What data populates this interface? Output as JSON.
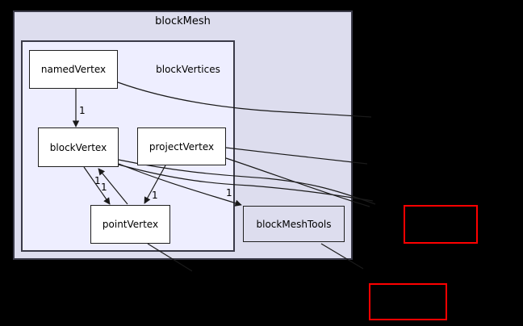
{
  "graph": {
    "background": "#000000",
    "edge_color": "#1a1a1a",
    "clusters": {
      "outer": {
        "label": "blockMesh",
        "fill": "#ddddee",
        "border": "#3a3a48"
      },
      "inner": {
        "label": "blockVertices",
        "fill": "#eeeeff",
        "border": "#3a3a48"
      }
    },
    "nodes": [
      {
        "id": "namedVertex",
        "label": "namedVertex",
        "fill": "#ffffff"
      },
      {
        "id": "blockVertex",
        "label": "blockVertex",
        "fill": "#ffffff"
      },
      {
        "id": "projectVertex",
        "label": "projectVertex",
        "fill": "#ffffff"
      },
      {
        "id": "pointVertex",
        "label": "pointVertex",
        "fill": "#ffffff"
      },
      {
        "id": "blockMeshTools",
        "label": "blockMeshTools",
        "fill": "#ddddee"
      },
      {
        "id": "external-1",
        "label": "",
        "fill": "none",
        "border": "#ff0000"
      },
      {
        "id": "external-2",
        "label": "",
        "fill": "none",
        "border": "#ff0000"
      }
    ],
    "edges": [
      {
        "from": "namedVertex",
        "to": "blockVertex",
        "label": "1"
      },
      {
        "from": "blockVertex",
        "to": "pointVertex",
        "label": "1"
      },
      {
        "from": "pointVertex",
        "to": "blockVertex",
        "label": "1"
      },
      {
        "from": "projectVertex",
        "to": "pointVertex",
        "label": "1"
      },
      {
        "from": "blockVertex",
        "to": "blockMeshTools",
        "label": "1"
      }
    ]
  }
}
